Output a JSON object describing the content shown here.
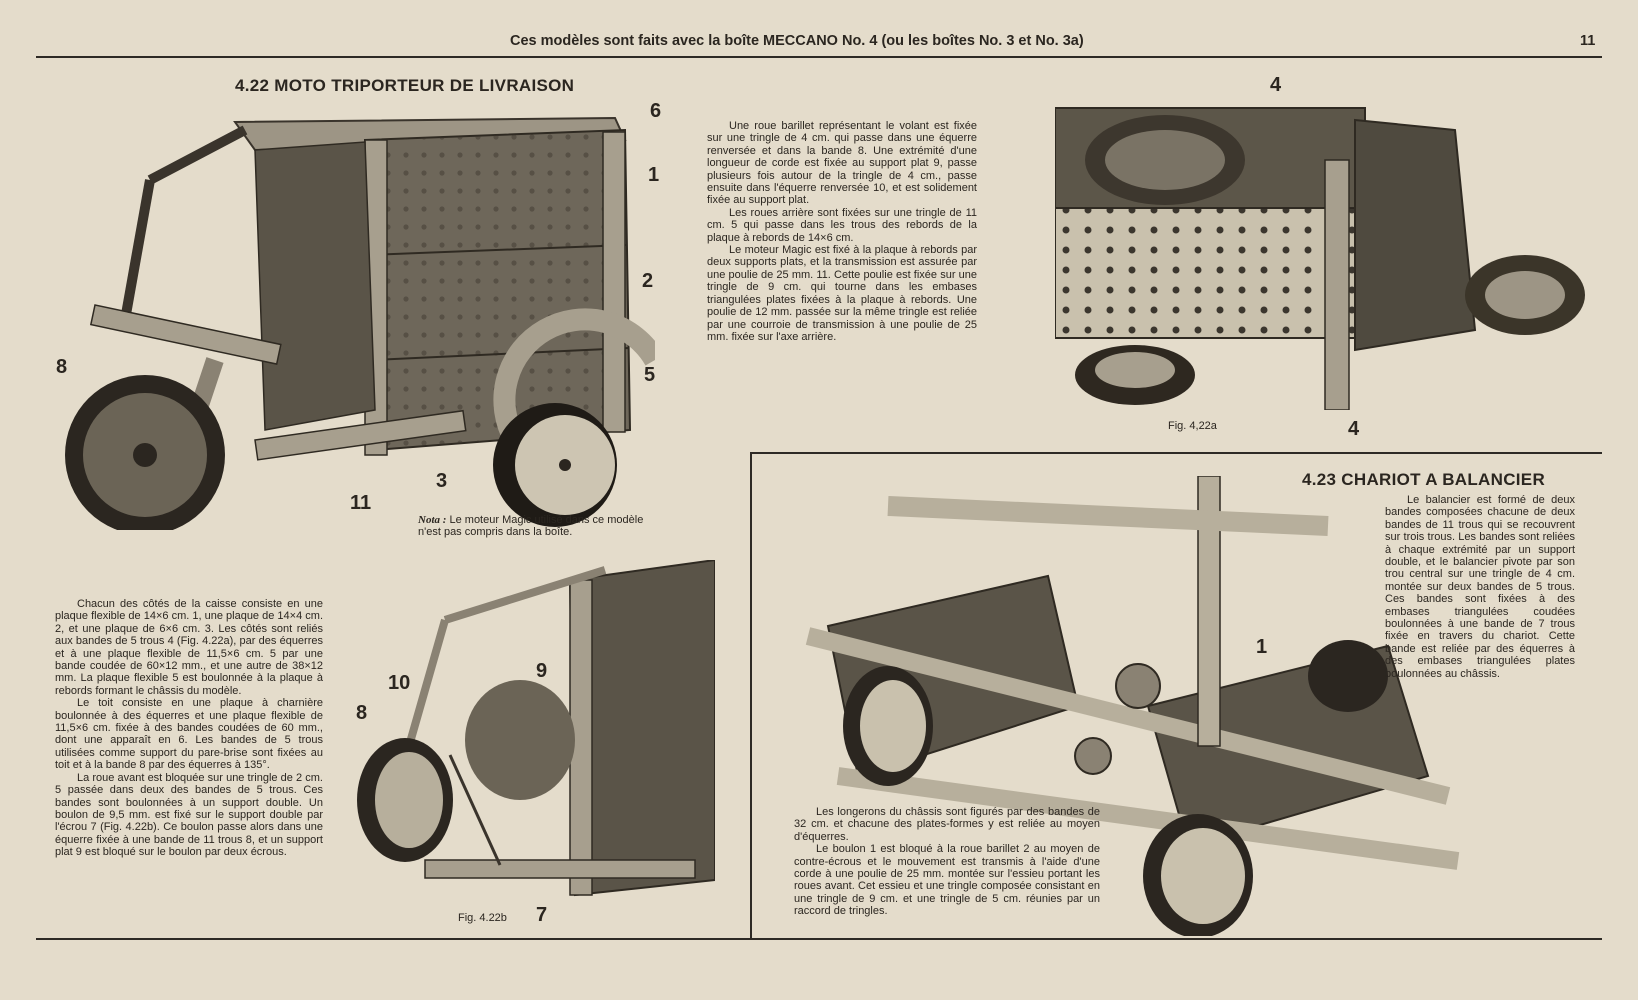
{
  "header": {
    "title": "Ces modèles sont faits avec la boîte MECCANO No. 4 (ou les boîtes No. 3 et No. 3a)",
    "page_number": "11"
  },
  "section_422": {
    "title": "4.22  MOTO TRIPORTEUR DE LIVRAISON",
    "callouts": [
      "6",
      "1",
      "2",
      "5",
      "8",
      "3",
      "11"
    ],
    "note_label": "Nota :",
    "note_text": "Le moteur Magic utilisé dans ce modèle n'est pas compris dans la boîte.",
    "text_right_paras": [
      "Une roue barillet représentant le volant est fixée sur une tringle de 4 cm. qui passe dans une équerre renversée et dans la bande 8. Une extrémité d'une longueur de corde est fixée au support plat 9, passe plusieurs fois autour de la tringle de 4 cm., passe ensuite dans l'équerre renversée 10, et est solidement fixée au support plat.",
      "Les roues arrière sont fixées sur une tringle de 11 cm. 5 qui passe dans les trous des rebords de la plaque à rebords de 14×6 cm.",
      "Le moteur Magic est fixé à la plaque à rebords par deux supports plats, et la transmission est assurée par une poulie de 25 mm. 11. Cette poulie est fixée sur une tringle de 9 cm. qui tourne dans les embases triangulées plates fixées à la plaque à rebords. Une poulie de 12 mm. passée sur la même tringle est reliée par une courroie de transmission à une poulie de 25 mm. fixée sur l'axe arrière."
    ],
    "text_left_paras": [
      "Chacun des côtés de la caisse consiste en une plaque flexible de 14×6 cm. 1, une plaque de 14×4 cm. 2, et une plaque de 6×6 cm. 3. Les côtés sont reliés aux bandes de 5 trous 4 (Fig. 4.22a), par des équerres et à une plaque flexible de 11,5×6 cm. 5 par une bande coudée de 60×12 mm., et une autre de 38×12 mm. La plaque flexible 5 est boulonnée à la plaque à rebords formant le châssis du modèle.",
      "Le toit consiste en une plaque à charnière boulonnée à des équerres et une plaque flexible de 11,5×6 cm. fixée à des bandes coudées de 60 mm., dont une apparaît en 6. Les bandes de 5 trous utilisées comme support du pare-brise sont fixées au toit et à la bande 8 par des équerres à 135°.",
      "La roue avant est bloquée sur une tringle de 2 cm. 5 passée dans deux des bandes de 5 trous. Ces bandes sont boulonnées à un support double. Un boulon de 9,5 mm. est fixé sur le support double par l'écrou 7 (Fig. 4.22b). Ce boulon passe alors dans une équerre fixée à une bande de 11 trous 8, et un support plat 9 est bloqué sur le boulon par deux écrous."
    ],
    "fig_a": {
      "caption": "Fig. 4,22a",
      "callouts": [
        "4",
        "4"
      ]
    },
    "fig_b": {
      "caption": "Fig. 4.22b",
      "callouts": [
        "10",
        "9",
        "8",
        "7"
      ]
    }
  },
  "section_423": {
    "title": "4.23  CHARIOT A BALANCIER",
    "callout": "1",
    "text_right": "Le balancier est formé de deux bandes composées chacune de deux bandes de 11 trous qui se recouvrent sur trois trous. Les bandes sont reliées à chaque extrémité par un support double, et le balancier pivote par son trou central sur une tringle de 4 cm. montée sur deux bandes de 5 trous. Ces bandes sont fixées à des embases triangulées coudées boulonnées à une bande de 7 trous fixée en travers du chariot. Cette bande est reliée par des équerres à des embases triangulées plates boulonnées au châssis.",
    "text_bottom_paras": [
      "Les longerons du châssis sont figurés par des bandes de 32 cm. et chacune des plates-formes y est reliée au moyen d'équerres.",
      "Le boulon 1 est bloqué à la roue barillet 2 au moyen de contre-écrous et le mouvement est transmis à l'aide d'une corde à une poulie de 25 mm. montée sur l'essieu portant les roues avant. Cet essieu et une tringle composée consistant en une tringle de 9 cm. et une tringle de 5 cm. réunies par un raccord de tringles."
    ]
  },
  "colors": {
    "paper": "#e4dccb",
    "ink": "#2b2620",
    "metal": "#8a8273"
  }
}
